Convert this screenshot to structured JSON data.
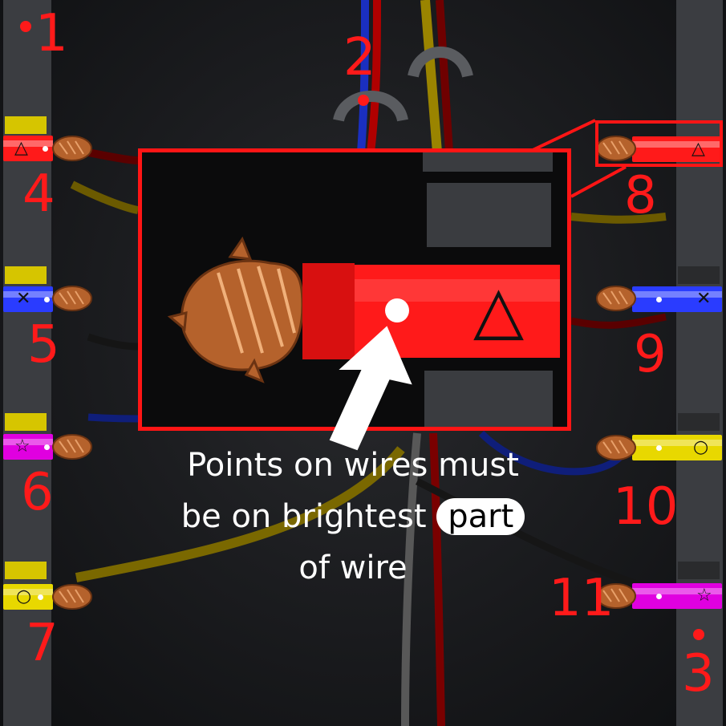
{
  "labels": {
    "n1": "1",
    "n2": "2",
    "n3": "3",
    "n4": "4",
    "n5": "5",
    "n6": "6",
    "n7": "7",
    "n8": "8",
    "n9": "9",
    "n10": "10",
    "n11": "11"
  },
  "caption": {
    "line1": "Points on wires must",
    "line2_before": "be on brightest",
    "line2_highlight": "part",
    "line3": "of wire"
  },
  "left_wires": [
    {
      "color": "#ff1a1a",
      "symbol": "△"
    },
    {
      "color": "#2a3cff",
      "symbol": "✕"
    },
    {
      "color": "#e000e0",
      "symbol": "☆"
    },
    {
      "color": "#e8d800",
      "symbol": "○"
    }
  ],
  "right_wires": [
    {
      "color": "#ff1a1a",
      "symbol": "△"
    },
    {
      "color": "#2a3cff",
      "symbol": "✕"
    },
    {
      "color": "#e8d800",
      "symbol": "○"
    },
    {
      "color": "#e000e0",
      "symbol": "☆"
    }
  ],
  "zoom": {
    "wire_color": "#ff1a1a",
    "symbol": "△"
  },
  "colors": {
    "annotation_red": "#ff1a1a",
    "rail": "#3b3d41",
    "copper": "#b5622c"
  }
}
